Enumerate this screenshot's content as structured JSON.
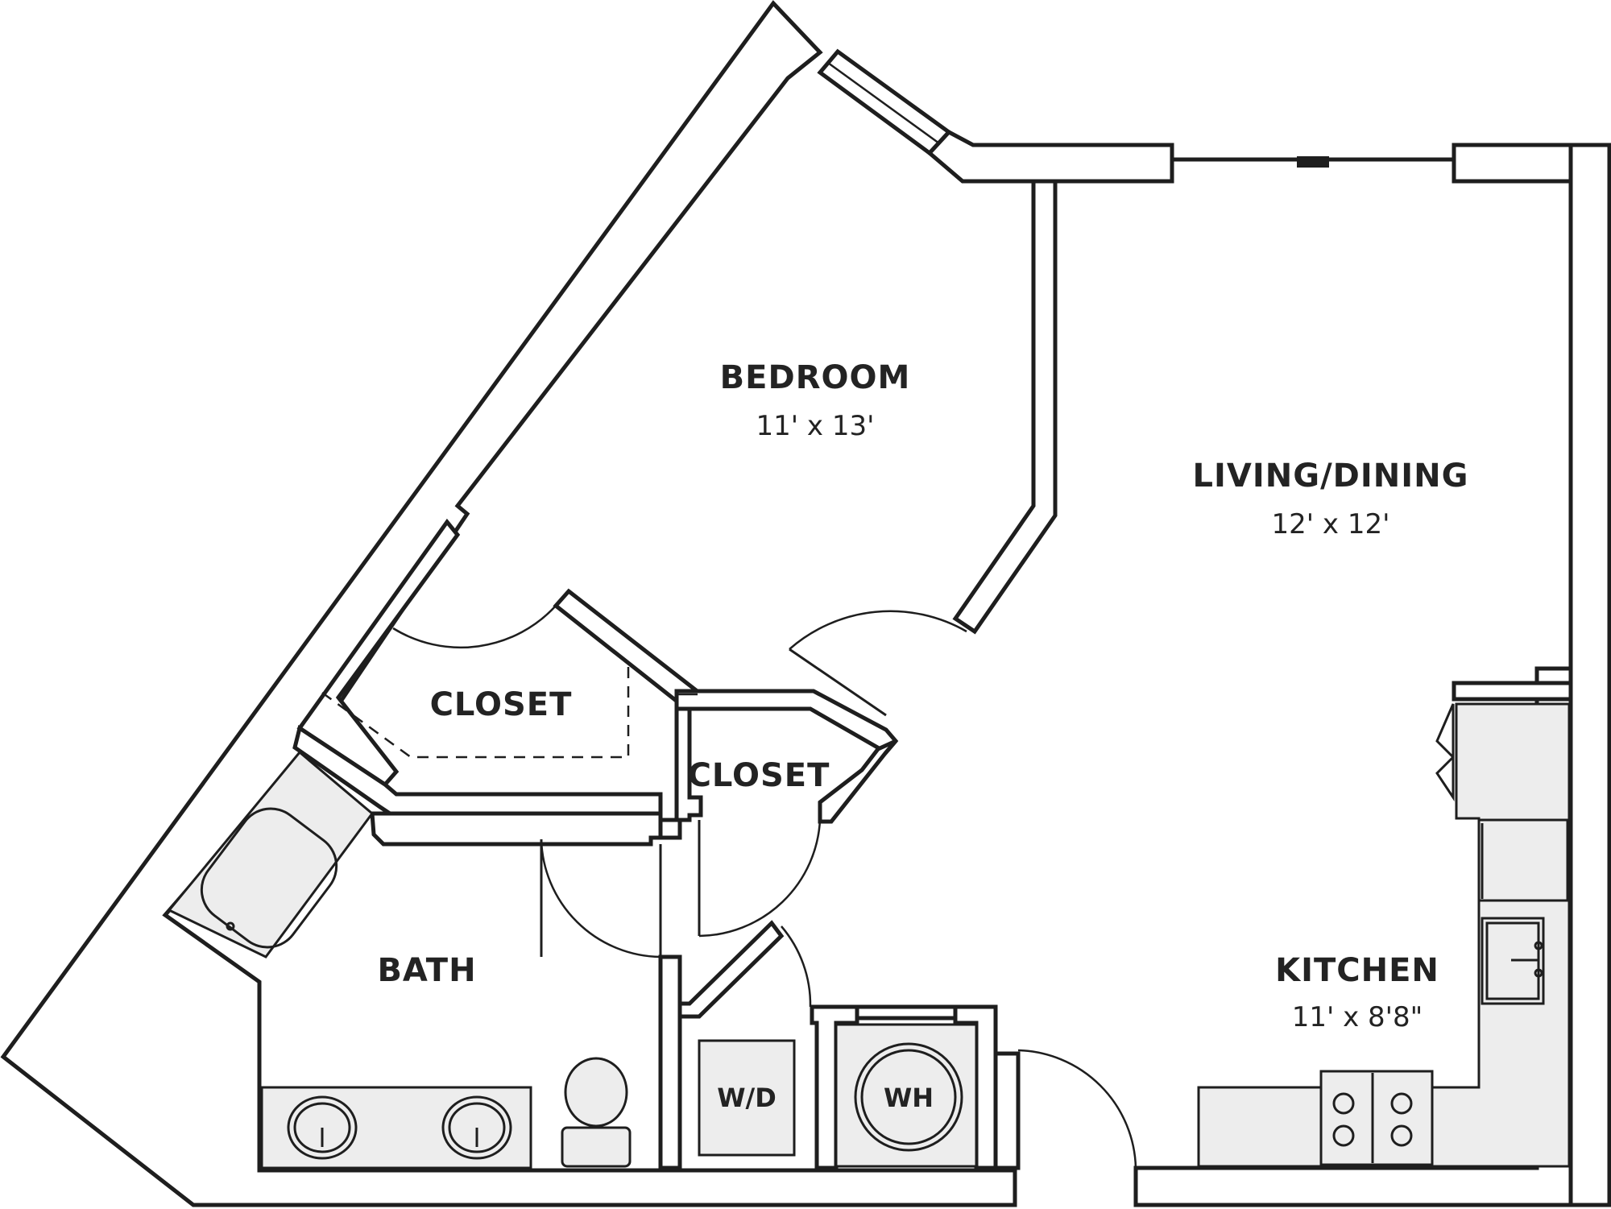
{
  "rooms": {
    "bedroom": {
      "name": "BEDROOM",
      "size": "11' x 13'"
    },
    "living_dining": {
      "name": "LIVING/DINING",
      "size": "12' x 12'"
    },
    "kitchen": {
      "name": "KITCHEN",
      "size": "11' x 8'8\""
    },
    "bath": {
      "name": "BATH"
    },
    "closet_bedroom": {
      "name": "CLOSET"
    },
    "closet_hall": {
      "name": "CLOSET"
    }
  },
  "fixtures": {
    "washer_dryer": "W/D",
    "water_heater": "WH"
  }
}
